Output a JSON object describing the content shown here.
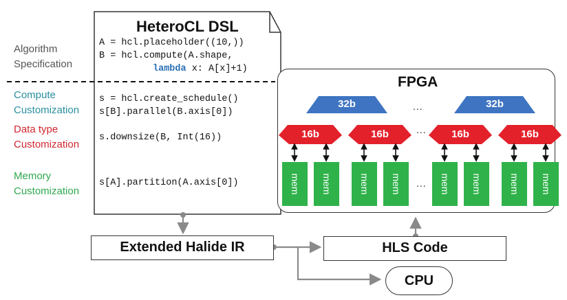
{
  "dsl": {
    "title": "HeteroCL DSL",
    "lines": {
      "a": "A = hcl.placeholder((10,))",
      "b": "B = hcl.compute(A.shape,",
      "lambda_kw": "lambda",
      "lambda_rest": " x: A[x]+1)",
      "s": "s = hcl.create_schedule()",
      "parallel": "s[B].parallel(B.axis[0])",
      "downsize": "s.downsize(B, Int(16))",
      "partition": "s[A].partition(A.axis[0])"
    }
  },
  "labels": {
    "algorithm": [
      "Algorithm",
      "Specification"
    ],
    "compute": [
      "Compute",
      "Customization"
    ],
    "datatype": [
      "Data type",
      "Customization"
    ],
    "memory": [
      "Memory",
      "Customization"
    ]
  },
  "fpga": {
    "title": "FPGA",
    "top_unit": "32b",
    "mid_unit": "16b",
    "mem_label": "mem",
    "ellipsis": "..."
  },
  "flow": {
    "ir": "Extended Halide IR",
    "hls": "HLS Code",
    "cpu": "CPU"
  },
  "colors": {
    "algorithm": "#555555",
    "compute": "#2a8f9f",
    "datatype": "#d0262f",
    "memory": "#2fa84f",
    "blue_unit": "#3e74c2",
    "red_unit": "#e3212b",
    "mem_block": "#2fb24a",
    "connector": "#8a8a8a"
  }
}
